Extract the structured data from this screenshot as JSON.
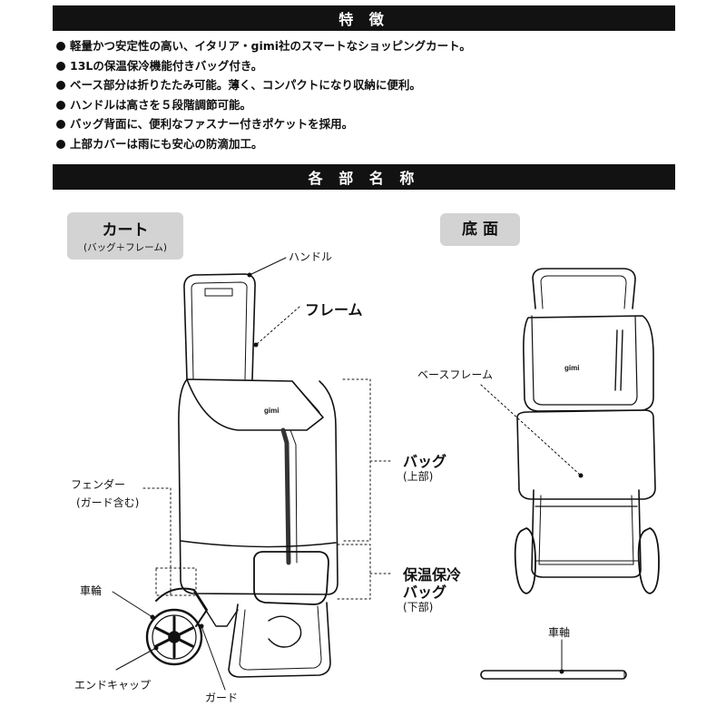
{
  "section_features": {
    "title": "特 徴"
  },
  "features": [
    "軽量かつ安定性の高い、イタリア・gimi社のスマートなショッピングカート。",
    "13Lの保温保冷機能付きバッグ付き。",
    "ベース部分は折りたたみ可能。薄く、コンパクトになり収納に便利。",
    "ハンドルは高さを５段階調節可能。",
    "バッグ背面に、便利なファスナー付きポケットを採用。",
    "上部カバーは雨にも安心の防滴加工。"
  ],
  "section_parts": {
    "title": "各 部 名 称"
  },
  "cart_box": {
    "title": "カート",
    "subtitle": "(バッグ＋フレーム)"
  },
  "bottom_box": {
    "title": "底 面"
  },
  "labels": {
    "handle": "ハンドル",
    "frame": "フレーム",
    "bag": "バッグ",
    "bag_sub": "(上部)",
    "cool_bag_1": "保温保冷",
    "cool_bag_2": "バッグ",
    "cool_bag_sub": "(下部)",
    "fender": "フェンダー",
    "fender_sub": "(ガード含む)",
    "wheel": "車輪",
    "end_cap": "エンドキャップ",
    "guard": "ガード",
    "base_frame": "ベースフレーム",
    "axle": "車軸",
    "brand_logo": "gimi"
  },
  "colors": {
    "bar": "#121212",
    "pill": "#d3d3d3",
    "line": "#111111"
  }
}
